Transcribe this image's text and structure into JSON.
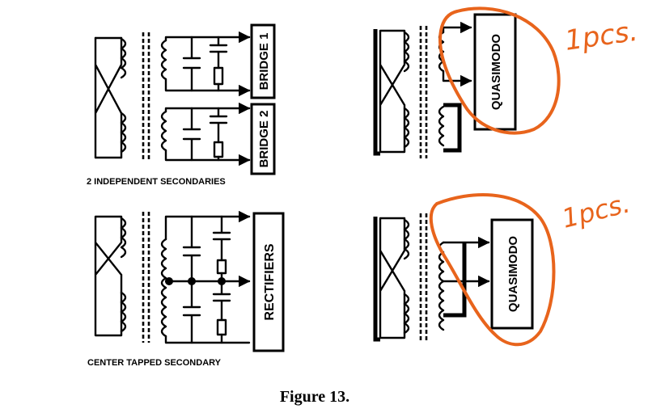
{
  "figure": {
    "caption": "Figure 13."
  },
  "panels": {
    "top_left": {
      "caption": "2 INDEPENDENT SECONDARIES",
      "box1": "BRIDGE 1",
      "box2": "BRIDGE 2"
    },
    "bottom_left": {
      "caption": "CENTER TAPPED SECONDARY",
      "box": "RECTIFIERS"
    },
    "top_right": {
      "box": "QUASIMODO"
    },
    "bottom_right": {
      "box": "QUASIMODO"
    }
  },
  "annotations": {
    "top_note": "1pcs.",
    "bottom_note": "1pcs.",
    "color": "#e8641c"
  }
}
